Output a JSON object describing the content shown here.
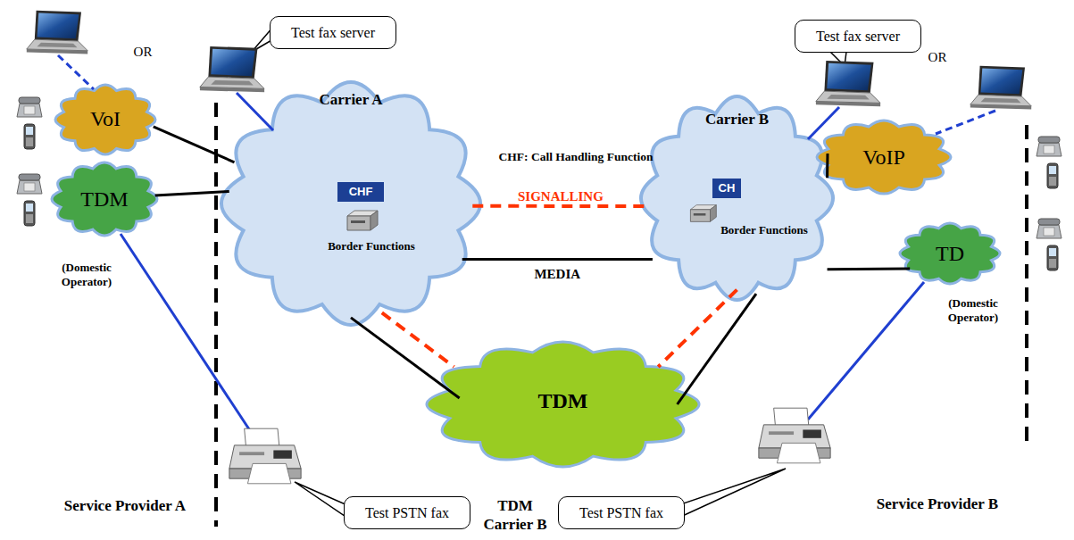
{
  "diagram": {
    "nodes": [
      {
        "text": [
          "Carrier A",
          "Border Functions"
        ]
      },
      {
        "text": [
          "CHF"
        ],
        "in": 0
      },
      {
        "text": [
          "Carrier B",
          "Border Functions"
        ]
      },
      {
        "text": [
          "CH"
        ],
        "in": 2
      },
      {
        "text": [
          "VoI"
        ]
      },
      {
        "text": [
          "TDM"
        ]
      },
      {
        "text": [
          "VoIP"
        ]
      },
      {
        "text": [
          "TD"
        ]
      },
      {
        "text": [
          "TDM"
        ]
      },
      {
        "text": [
          "Test fax server"
        ]
      },
      {
        "text": [
          "Test fax server"
        ]
      },
      {
        "text": [
          "Test PSTN fax"
        ]
      },
      {
        "text": [
          "Test PSTN fax"
        ]
      }
    ],
    "edges": [
      {
        "from": 0,
        "to": 2,
        "arrow": "none",
        "label": "SIGNALLING"
      },
      {
        "from": 0,
        "to": 2,
        "arrow": "none",
        "label": "MEDIA"
      },
      {
        "from": 4,
        "to": 0,
        "arrow": "none"
      },
      {
        "from": 5,
        "to": 0,
        "arrow": "none"
      },
      {
        "from": 2,
        "to": 6,
        "arrow": "none"
      },
      {
        "from": 2,
        "to": 7,
        "arrow": "none"
      },
      {
        "from": 0,
        "to": 8,
        "arrow": "none"
      },
      {
        "from": 0,
        "to": 8,
        "arrow": "none"
      },
      {
        "from": 2,
        "to": 8,
        "arrow": "none"
      },
      {
        "from": 2,
        "to": 8,
        "arrow": "none"
      }
    ],
    "labels": [
      "OR",
      "OR",
      "CHF: Call Handling Function",
      "(Domestic Operator)",
      "(Domestic Operator)",
      "Service Provider A",
      "TDM Carrier B",
      "Service Provider B"
    ]
  }
}
